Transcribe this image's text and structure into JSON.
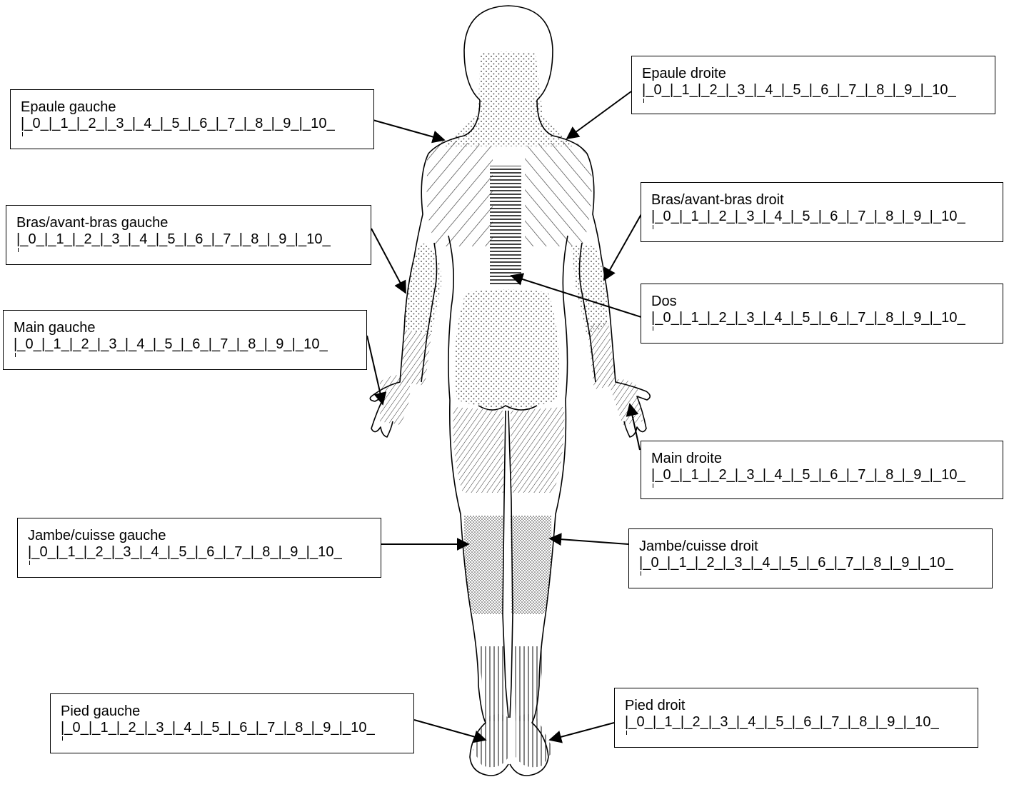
{
  "diagram": {
    "scale": "|_0_|_1_|_2_|_3_|_4_|_5_|_6_|_7_|_8_|_9_|_10_",
    "regions": [
      {
        "id": "epaule-gauche",
        "name": "Epaule gauche"
      },
      {
        "id": "epaule-droite",
        "name": "Epaule droite"
      },
      {
        "id": "bras-gauche",
        "name": "Bras/avant-bras gauche"
      },
      {
        "id": "bras-droit",
        "name": "Bras/avant-bras droit"
      },
      {
        "id": "dos",
        "name": "Dos"
      },
      {
        "id": "main-gauche",
        "name": "Main gauche"
      },
      {
        "id": "main-droite",
        "name": "Main droite"
      },
      {
        "id": "jambe-gauche",
        "name": "Jambe/cuisse gauche"
      },
      {
        "id": "jambe-droite",
        "name": "Jambe/cuisse droit"
      },
      {
        "id": "pied-gauche",
        "name": "Pied gauche"
      },
      {
        "id": "pied-droit",
        "name": "Pied droit"
      }
    ]
  }
}
